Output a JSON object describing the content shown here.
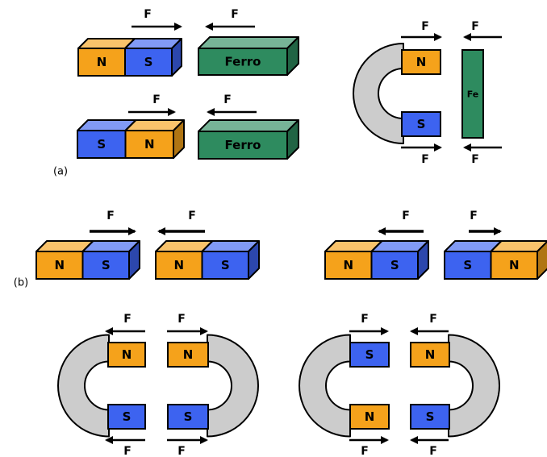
{
  "labels": {
    "north": "N",
    "south": "S",
    "force": "F",
    "iron": "Ferro",
    "iron_symbol": "Fe"
  },
  "captions": {
    "a": "(a)",
    "b": "(b)"
  },
  "colors": {
    "north": "#f5a21b",
    "south": "#3d63f0",
    "iron": "#2e8b5f",
    "yoke": "#cccccc",
    "outline": "#000000"
  }
}
